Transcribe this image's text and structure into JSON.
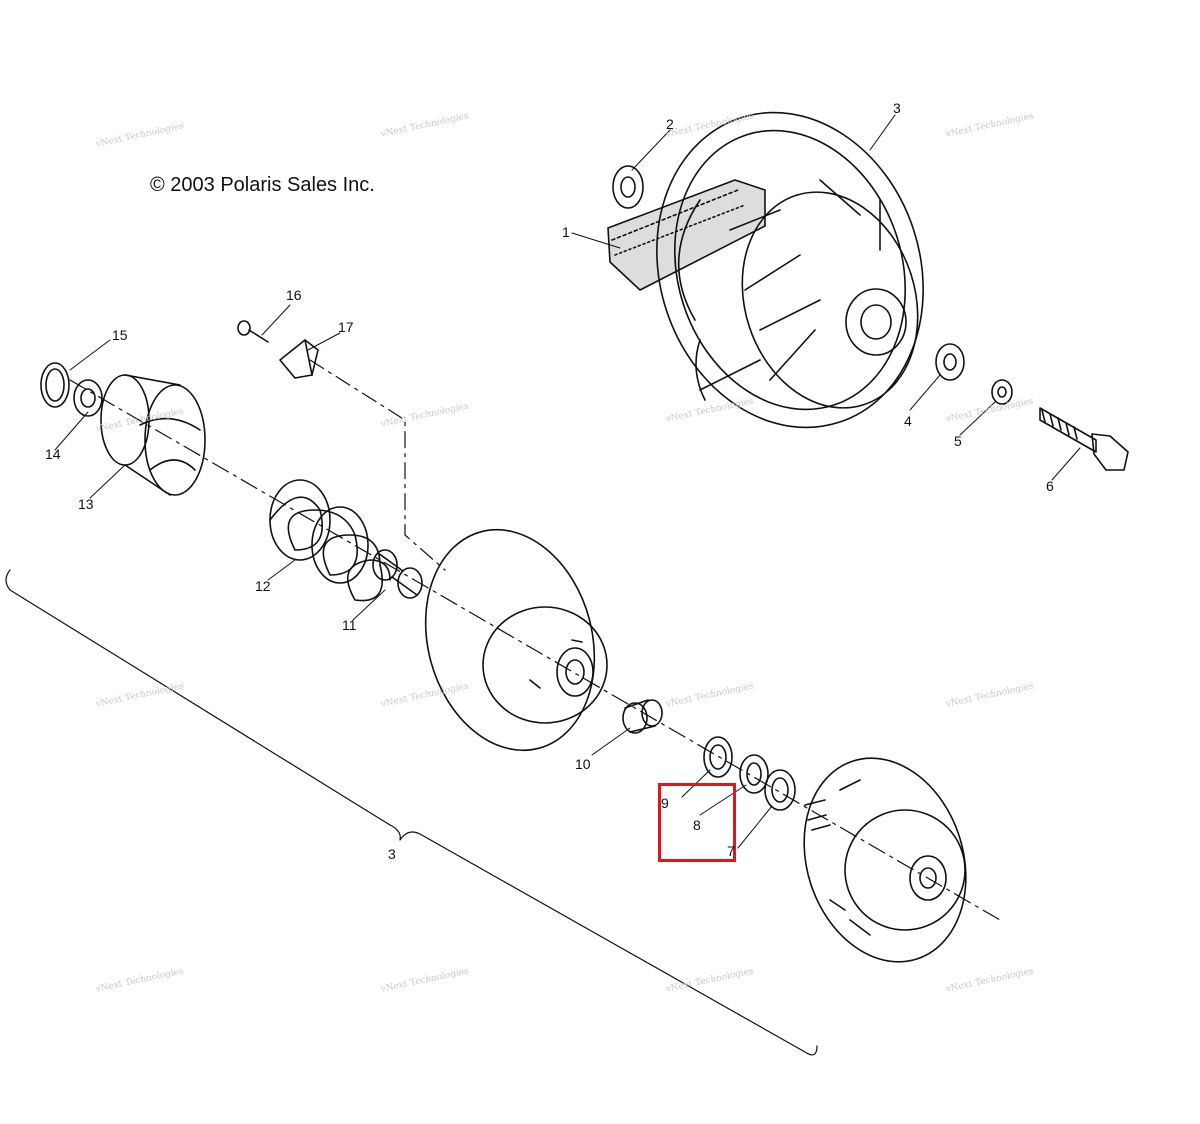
{
  "copyright": "© 2003 Polaris Sales Inc.",
  "watermark": {
    "line1": "vNext Technologies",
    "line2": "vNext\nTechnologies"
  },
  "callouts": {
    "c1": "1",
    "c2": "2",
    "c3_top": "3",
    "c4": "4",
    "c5": "5",
    "c6": "6",
    "c7": "7",
    "c8": "8",
    "c9": "9",
    "c10": "10",
    "c11": "11",
    "c12": "12",
    "c13": "13",
    "c14": "14",
    "c15": "15",
    "c16": "16",
    "c17": "17",
    "c3_bottom": "3"
  },
  "highlight": {
    "color": "#e0151d"
  }
}
